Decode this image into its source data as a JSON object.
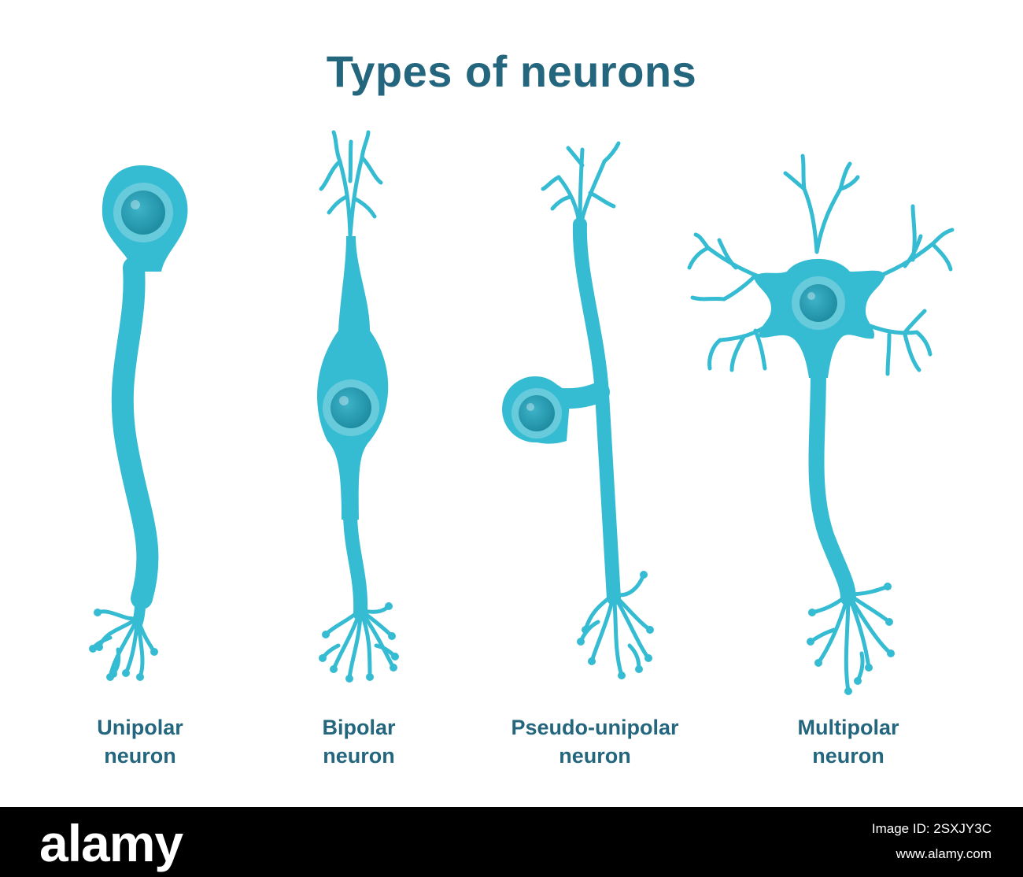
{
  "title": "Types of neurons",
  "colors": {
    "title": "#24667d",
    "neuron_fill": "#35bcd3",
    "neuron_dark": "#24a9c1",
    "nucleus": "#2e9fb5",
    "nucleus_ring": "#8fd7e4",
    "footer_bg": "#000000"
  },
  "neurons": [
    {
      "name": "unipolar",
      "label_line1": "Unipolar",
      "label_line2": "neuron"
    },
    {
      "name": "bipolar",
      "label_line1": "Bipolar",
      "label_line2": "neuron"
    },
    {
      "name": "pseudo-unipolar",
      "label_line1": "Pseudo-unipolar",
      "label_line2": "neuron"
    },
    {
      "name": "multipolar",
      "label_line1": "Multipolar",
      "label_line2": "neuron"
    }
  ],
  "footer": {
    "brand": "alamy",
    "image_id": "Image ID: 2SXJY3C",
    "site": "www.alamy.com"
  }
}
